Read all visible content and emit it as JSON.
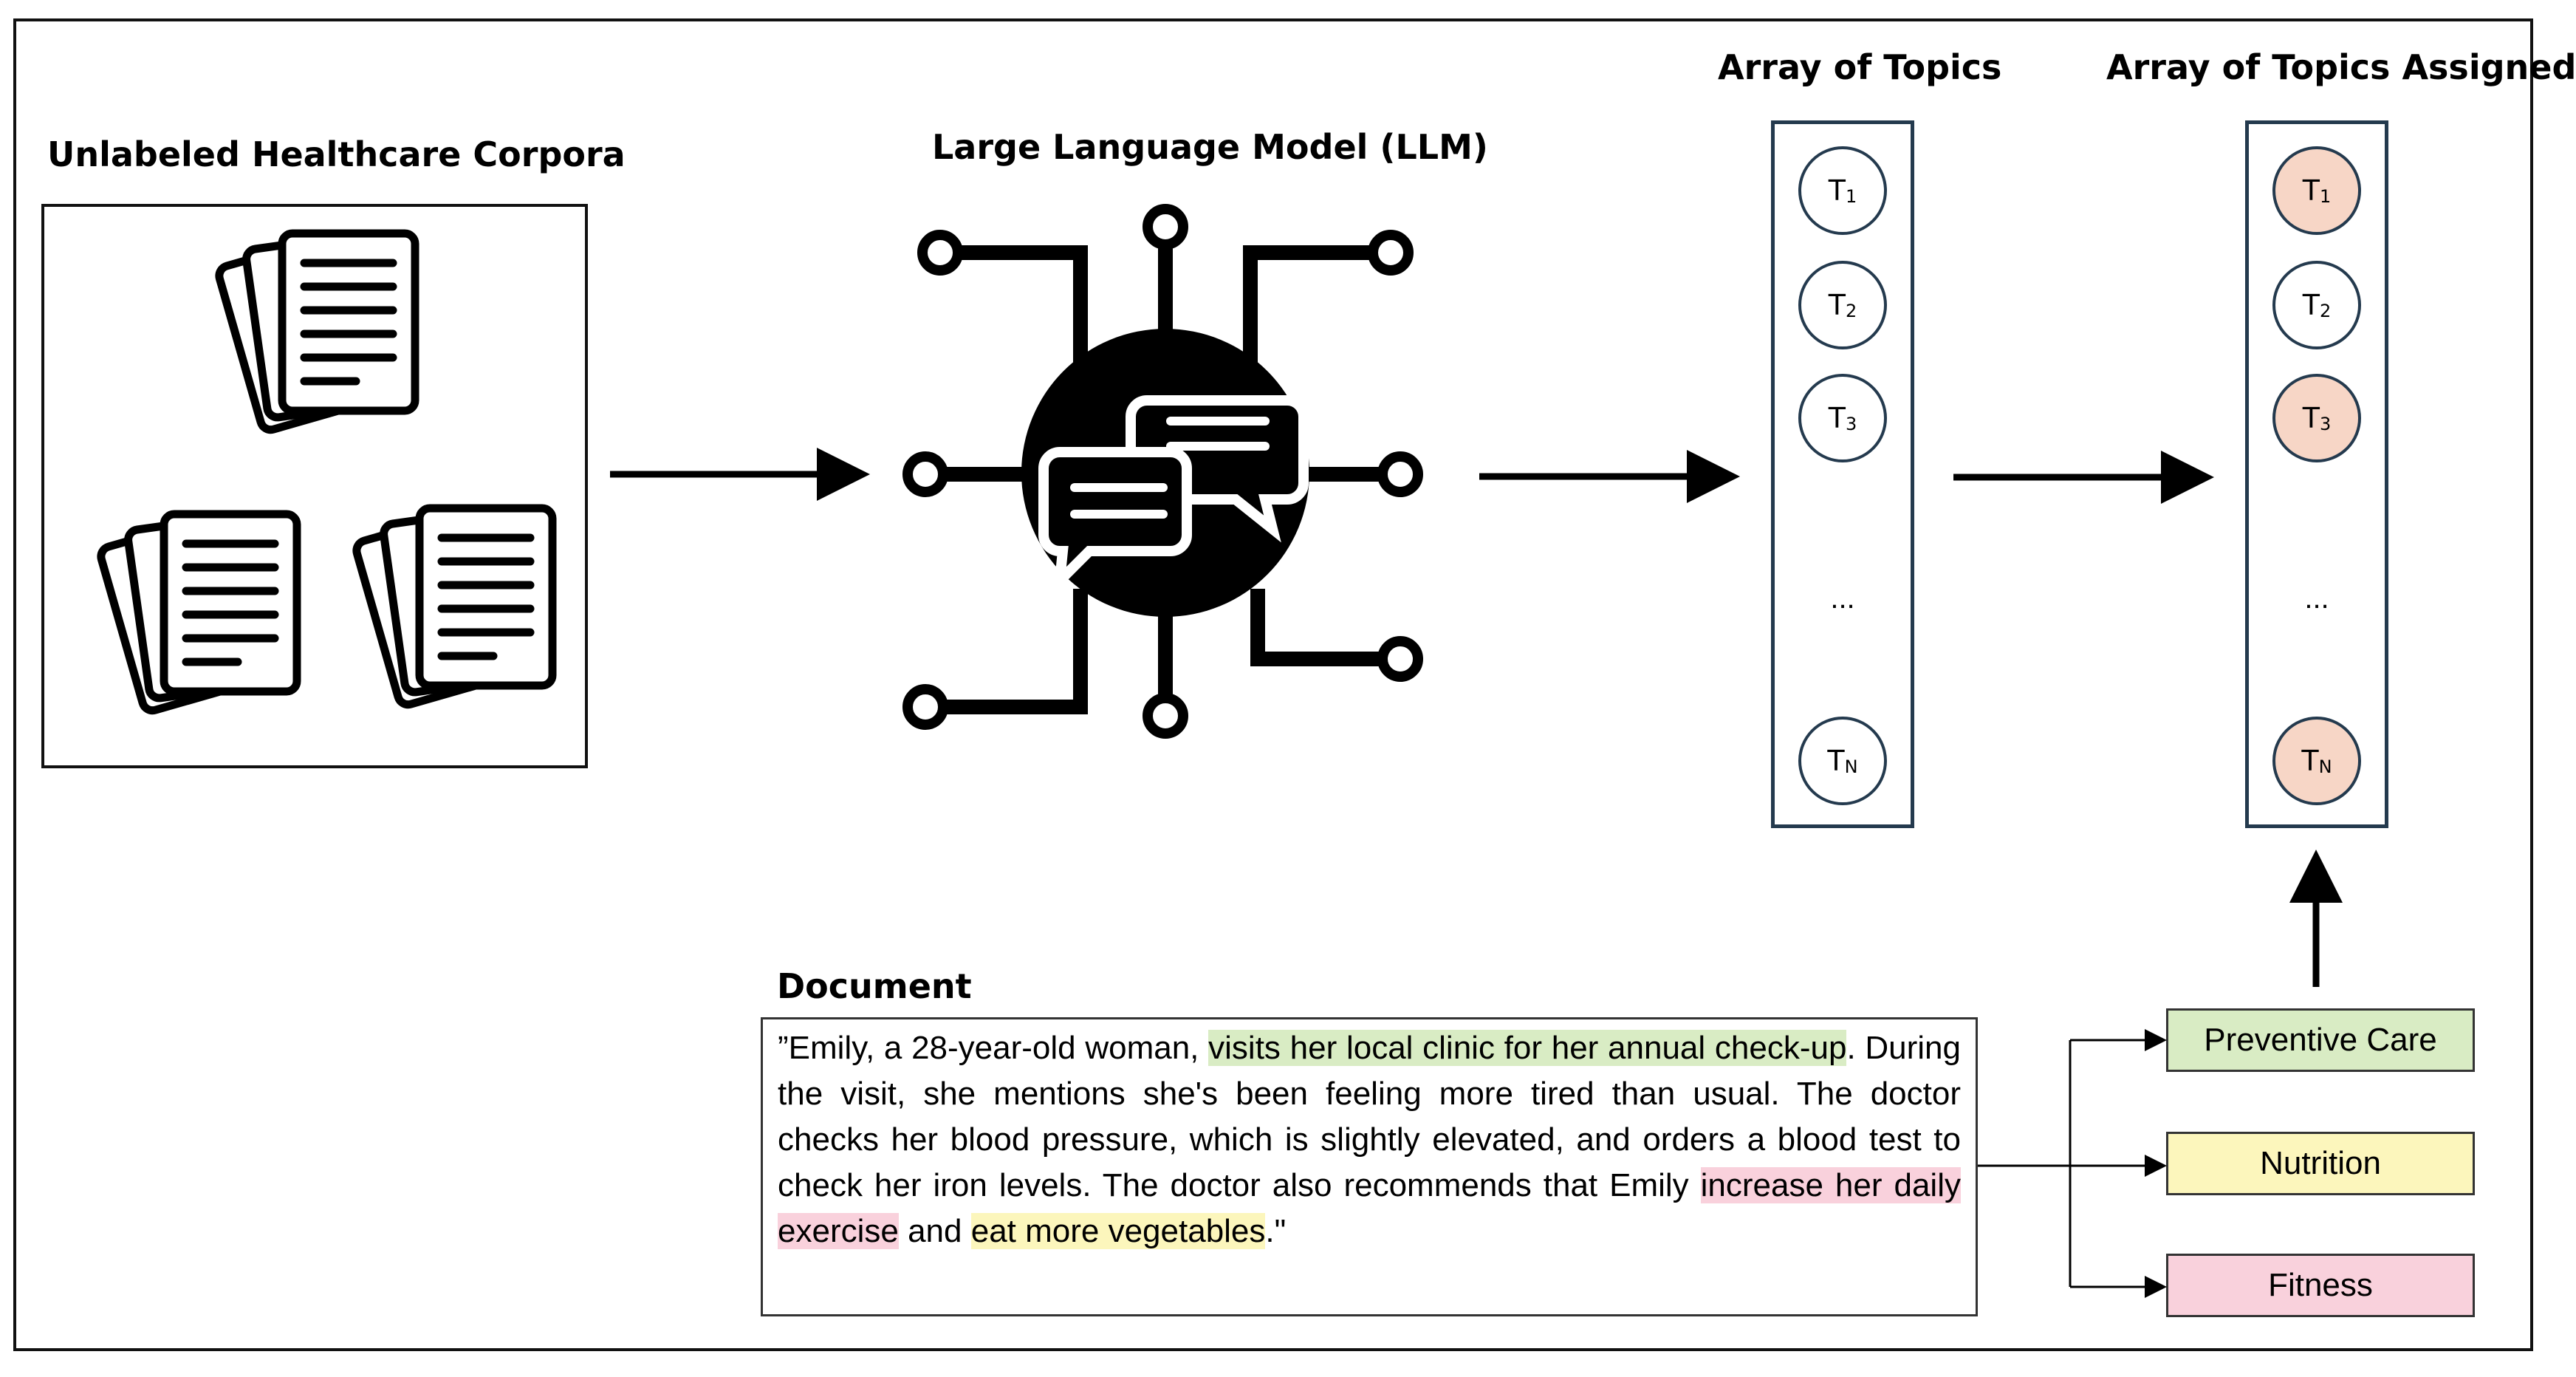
{
  "titles": {
    "corpora": "Unlabeled Healthcare Corpora",
    "llm": "Large Language Model (LLM)",
    "topics": "Array of Topics",
    "assigned": "Array of Topics Assigned",
    "document": "Document"
  },
  "topics": [
    {
      "base": "T",
      "sub": "1"
    },
    {
      "base": "T",
      "sub": "2"
    },
    {
      "base": "T",
      "sub": "3"
    },
    {
      "base": "T",
      "sub": "N"
    }
  ],
  "assigned_topics": [
    {
      "base": "T",
      "sub": "1",
      "assigned": true
    },
    {
      "base": "T",
      "sub": "2",
      "assigned": false
    },
    {
      "base": "T",
      "sub": "3",
      "assigned": true
    },
    {
      "base": "T",
      "sub": "N",
      "assigned": true
    }
  ],
  "ellipsis": "...",
  "document": {
    "seg0": "”Emily, a 28-year-old woman, ",
    "seg1": "visits her local clinic for her annual check-up",
    "seg2": ". During the visit, she mentions she's been feeling more tired than usual. The doctor checks her blood pressure, which is slightly elevated, and orders a blood test to check her iron levels. The doctor also recommends that Emily ",
    "seg3": "increase her daily exercise",
    "seg4": " and ",
    "seg5": "eat more vegetables",
    "seg6": ".\""
  },
  "labels": [
    {
      "text": "Preventive Care",
      "color": "#d9ecc4"
    },
    {
      "text": "Nutrition",
      "color": "#fcf6bc"
    },
    {
      "text": "Fitness",
      "color": "#f9d1dc"
    }
  ],
  "colors": {
    "frame": "#111111",
    "topic_border": "#243a4e",
    "assigned_fill": "#f7d6c6"
  }
}
